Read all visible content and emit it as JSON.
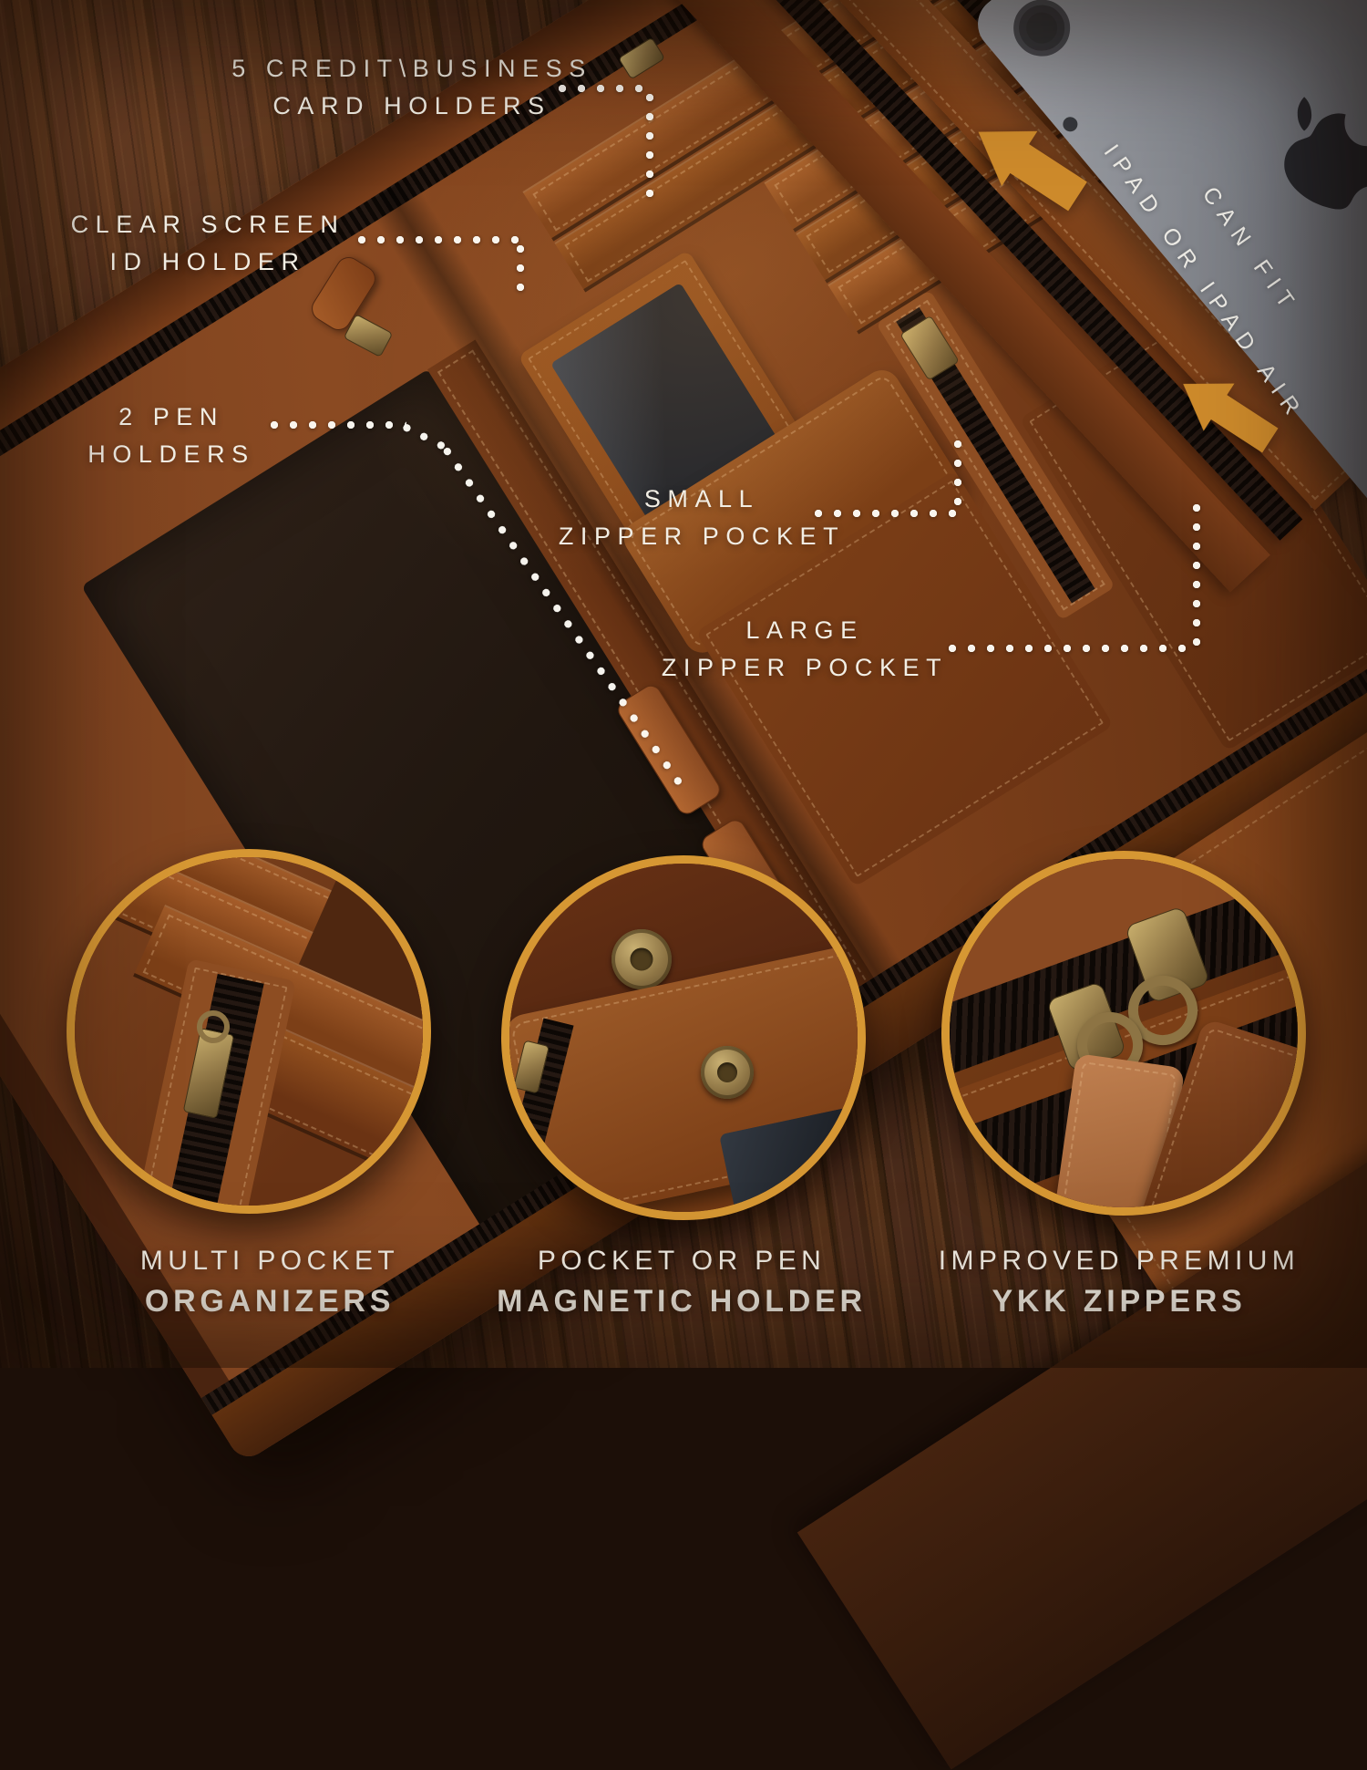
{
  "callouts": {
    "card_holders": {
      "line1": "5 CREDIT\\BUSINESS",
      "line2": "CARD HOLDERS"
    },
    "id_holder": {
      "line1": "CLEAR SCREEN",
      "line2": "ID HOLDER"
    },
    "pen_holders": {
      "line1": "2 PEN",
      "line2": "HOLDERS"
    },
    "small_zipper": {
      "line1": "SMALL",
      "line2": "ZIPPER POCKET"
    },
    "large_zipper": {
      "line1": "LARGE",
      "line2": "ZIPPER POCKET"
    }
  },
  "ipad_note": {
    "line1": "CAN FIT",
    "line2": "IPAD OR IPAD AIR"
  },
  "features": [
    {
      "title": "MULTI POCKET",
      "subtitle": "ORGANIZERS"
    },
    {
      "title": "POCKET OR PEN",
      "subtitle": "MAGNETIC HOLDER"
    },
    {
      "title": "IMPROVED PREMIUM",
      "subtitle": "YKK ZIPPERS"
    }
  ],
  "colors": {
    "accent_arrow_orange": "#CD8A2B",
    "inset_ring_gold": "#D69733",
    "label_white": "#F2EEE4",
    "leather_cognac": "#8A4A22",
    "wood_brown": "#3B2213"
  }
}
